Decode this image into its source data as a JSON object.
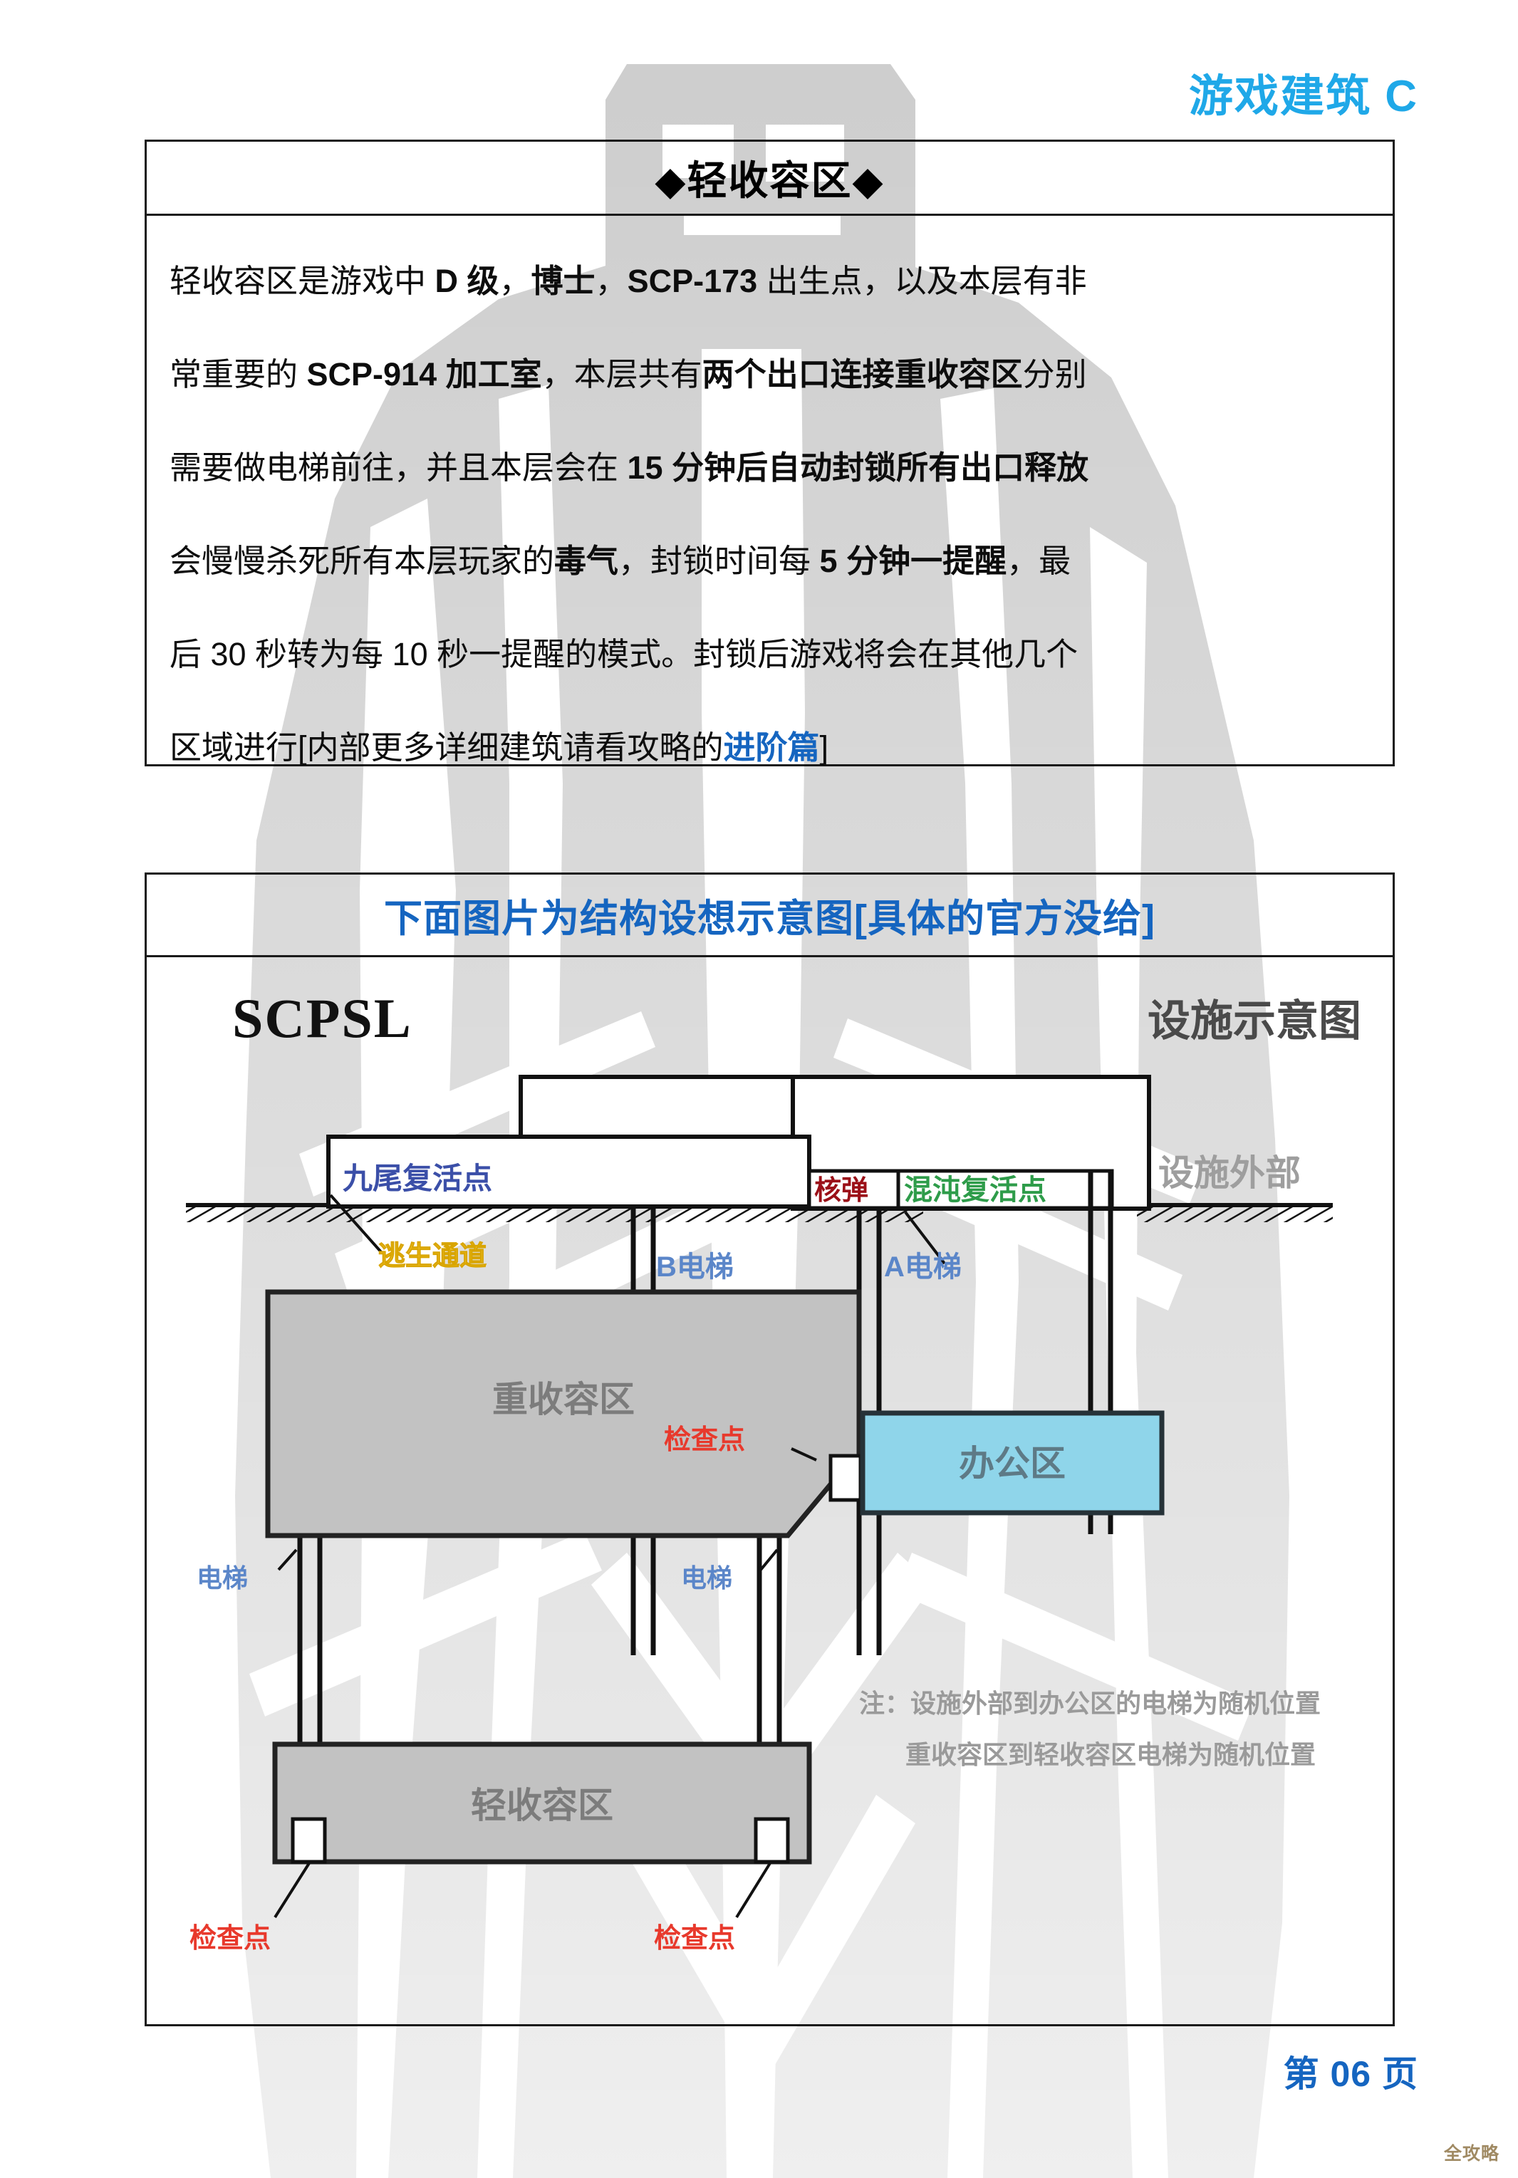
{
  "header": {
    "title": "游戏建筑 C",
    "color": "#1fa8e8"
  },
  "panel_text": {
    "title": "◆轻收容区◆",
    "lines": [
      {
        "id": "l1",
        "parts": [
          {
            "t": "轻收容区是游戏中 ",
            "b": false
          },
          {
            "t": "D 级",
            "b": true
          },
          {
            "t": "，",
            "b": false
          },
          {
            "t": "博士",
            "b": true
          },
          {
            "t": "，",
            "b": false
          },
          {
            "t": "SCP-173",
            "b": true
          },
          {
            "t": " 出生点，以及本层有非",
            "b": false
          }
        ]
      },
      {
        "id": "l2",
        "parts": [
          {
            "t": "常重要的 ",
            "b": false
          },
          {
            "t": "SCP-914 加工室",
            "b": true
          },
          {
            "t": "，本层共有",
            "b": false
          },
          {
            "t": "两个出口连接重收容区",
            "b": true
          },
          {
            "t": "分别",
            "b": false
          }
        ]
      },
      {
        "id": "l3",
        "parts": [
          {
            "t": "需要做电梯前往，并且本层会在 ",
            "b": false
          },
          {
            "t": "15 分钟后自动封锁所有出口释放",
            "b": true
          }
        ]
      },
      {
        "id": "l4",
        "parts": [
          {
            "t": "会慢慢杀死所有本层玩家的",
            "b": false
          },
          {
            "t": "毒气",
            "b": true
          },
          {
            "t": "，封锁时间每 ",
            "b": false
          },
          {
            "t": "5 分钟一提醒",
            "b": true
          },
          {
            "t": "，最",
            "b": false
          }
        ]
      },
      {
        "id": "l5",
        "parts": [
          {
            "t": "后 30 秒转为每 10 秒一提醒的模式。封锁后游戏将会在其他几个",
            "b": false
          }
        ]
      },
      {
        "id": "l6",
        "parts": [
          {
            "t": "区域进行[内部更多详细建筑请看攻略的",
            "b": false
          },
          {
            "t": "进阶篇",
            "b": true,
            "link": true
          },
          {
            "t": "]",
            "b": false
          }
        ]
      }
    ]
  },
  "panel_diagram": {
    "caption": "下面图片为结构设想示意图[具体的官方没给]",
    "caption_color": "#1565c0",
    "logo": "SCPSL",
    "schematic_title": "设施示意图",
    "labels": {
      "facility_exterior": "设施外部",
      "ninetails_spawn": "九尾复活点",
      "nuke": "核弹",
      "chaos_spawn": "混沌复活点",
      "escape_route": "逃生通道",
      "elevator_b": "B电梯",
      "elevator_a": "A电梯",
      "heavy_containment": "重收容区",
      "office_area": "办公区",
      "light_containment": "轻收容区",
      "checkpoint": "检查点",
      "elevator": "电梯"
    },
    "colors": {
      "ninetails": "#3b4fa8",
      "nuke": "#9b1018",
      "chaos": "#2e9c4a",
      "escape": "#f2c22b",
      "elevator_label": "#5b86c9",
      "checkpoint": "#e8392c",
      "zone_fill": "#c2c2c2",
      "office_fill": "#8fd5ea",
      "zone_text": "#7c7c7c",
      "schematic_title": "#4a4a4a",
      "exterior_text": "#9e9e9e"
    },
    "notes": [
      "注：设施外部到办公区的电梯为随机位置",
      "重收容区到轻收容区电梯为随机位置"
    ]
  },
  "footer": {
    "page_label": "第 06 页",
    "watermark": "全攻略"
  }
}
